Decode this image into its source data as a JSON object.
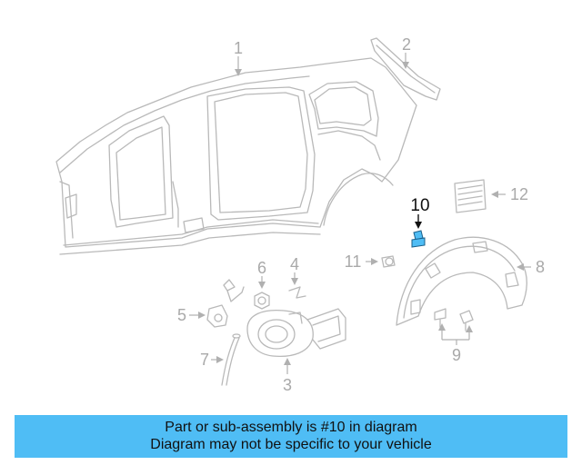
{
  "diagram": {
    "callouts": [
      "1",
      "2",
      "3",
      "4",
      "5",
      "6",
      "7",
      "8",
      "9",
      "10",
      "11",
      "12"
    ],
    "highlighted_part": "10",
    "highlight_color": "#4fbdf5"
  },
  "caption": {
    "line1": "Part or sub-assembly is #10 in diagram",
    "line2": "Diagram may not be specific to your vehicle",
    "background": "#4fbdf5"
  }
}
